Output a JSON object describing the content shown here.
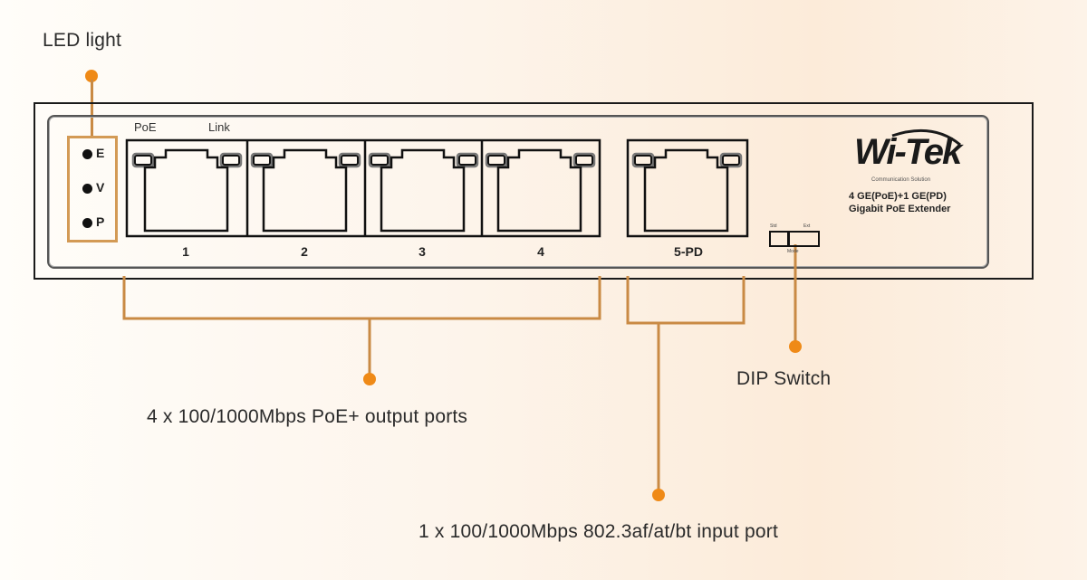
{
  "title": "Wi-Tek 4GE(PoE)+1GE(PD) Gigabit PoE Extender front panel",
  "callouts": {
    "led_light": "LED light",
    "poe_output": "4 x 100/1000Mbps PoE+ output ports",
    "pd_input": "1 x 100/1000Mbps 802.3af/at/bt input port",
    "dip_switch": "DIP Switch"
  },
  "device": {
    "brand": "Wi-Tek",
    "brand_tagline": "Communication Solution",
    "model_line1": "4 GE(PoE)+1 GE(PD)",
    "model_line2": "Gigabit PoE Extender",
    "port_led_labels": {
      "poe": "PoE",
      "link": "Link"
    },
    "status_leds": [
      {
        "label": "E"
      },
      {
        "label": "V"
      },
      {
        "label": "P"
      }
    ],
    "ports": [
      {
        "label": "1",
        "type": "PoE output"
      },
      {
        "label": "2",
        "type": "PoE output"
      },
      {
        "label": "3",
        "type": "PoE output"
      },
      {
        "label": "4",
        "type": "PoE output"
      },
      {
        "label": "5-PD",
        "type": "PD input"
      }
    ],
    "dip_switch": {
      "left_label": "Std",
      "right_label": "Ext",
      "bottom_label": "Mode"
    }
  },
  "colors": {
    "accent_orange": "#ef8a17",
    "bracket_line": "#c98a44",
    "outline": "#1a1a1a"
  }
}
